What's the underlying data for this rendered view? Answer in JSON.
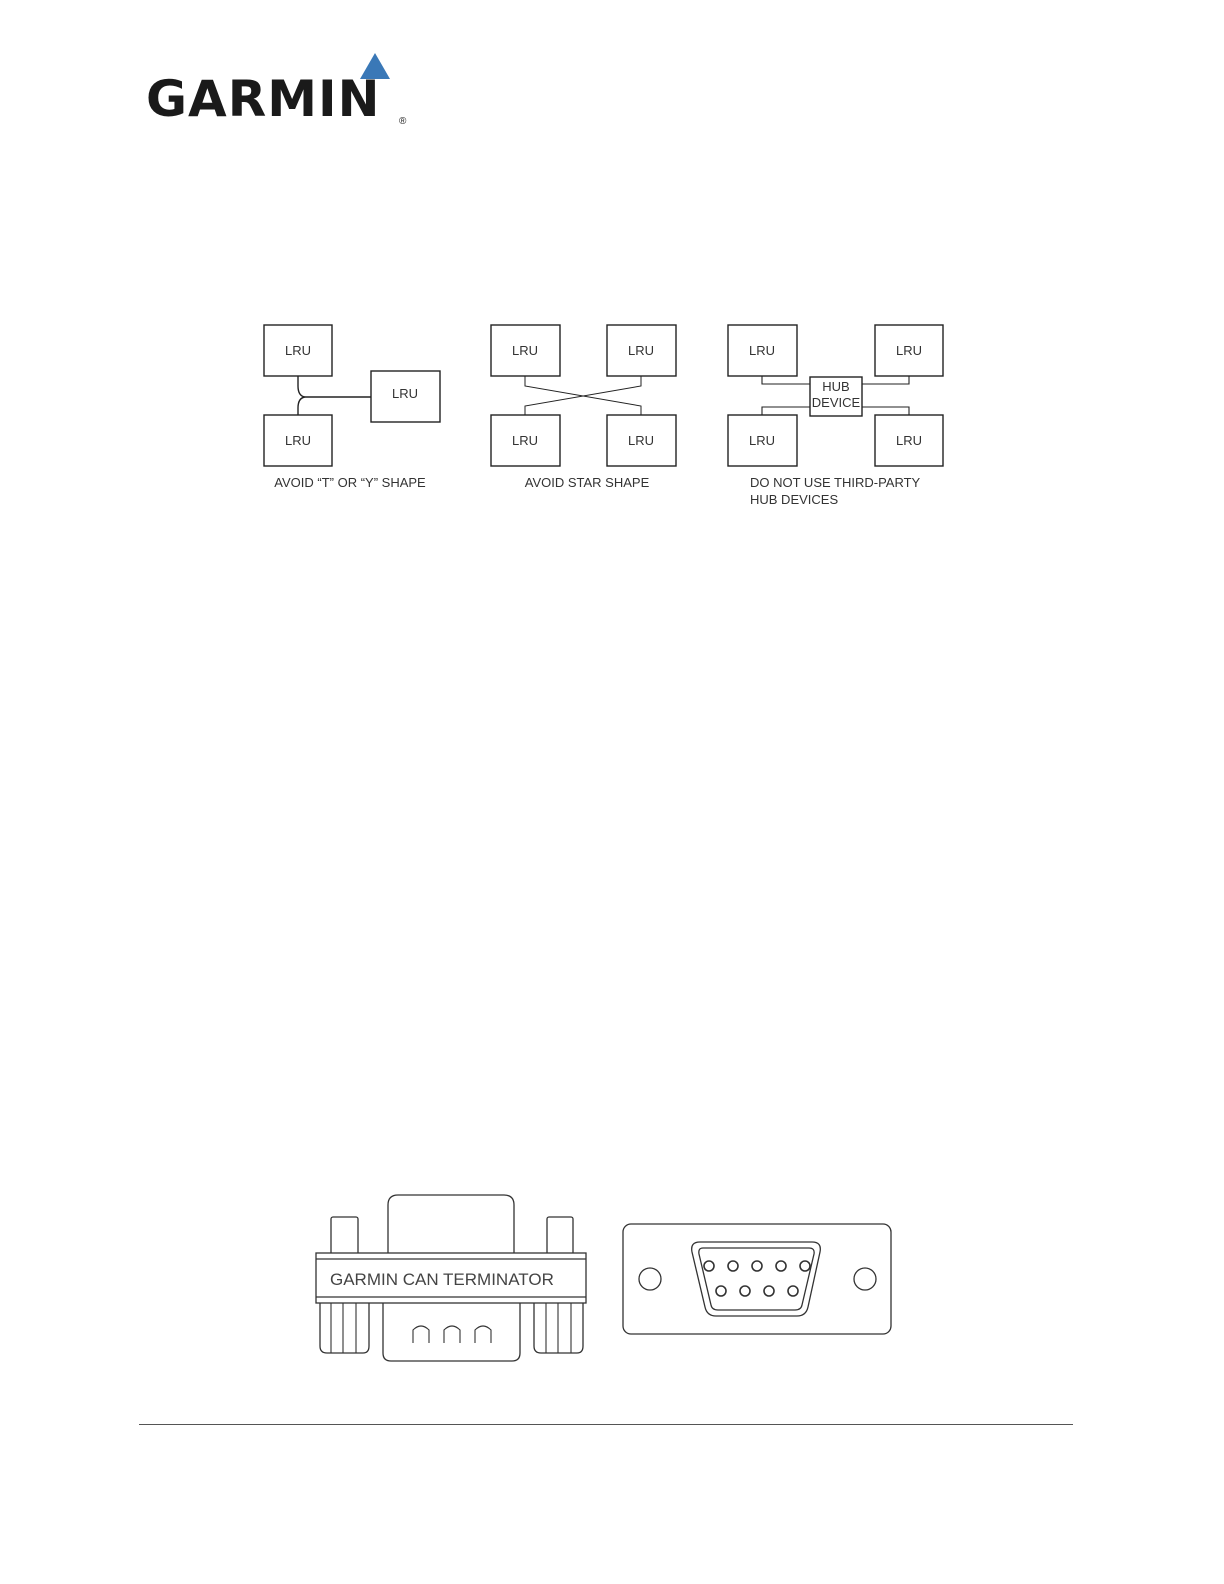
{
  "logo": {
    "wordmark": "GARMIN",
    "registered": "®",
    "triangle_color": "#3a78b7",
    "text_color": "#1a1a1a"
  },
  "topology_figure": {
    "panels": [
      {
        "lru_labels": [
          "LRU",
          "LRU",
          "LRU"
        ],
        "caption_lines": [
          "AVOID “T” OR “Y” SHAPE"
        ]
      },
      {
        "lru_labels": [
          "LRU",
          "LRU",
          "LRU",
          "LRU"
        ],
        "caption_lines": [
          "AVOID STAR SHAPE"
        ]
      },
      {
        "lru_labels": [
          "LRU",
          "LRU",
          "LRU",
          "LRU"
        ],
        "hub_label_lines": [
          "HUB",
          "DEVICE"
        ],
        "caption_lines": [
          "DO NOT USE THIRD-PARTY",
          "HUB DEVICES"
        ]
      }
    ]
  },
  "terminator_figure": {
    "terminator_label": "GARMIN CAN TERMINATOR",
    "connector_top_row_pins": 5,
    "connector_bottom_row_pins": 4
  }
}
